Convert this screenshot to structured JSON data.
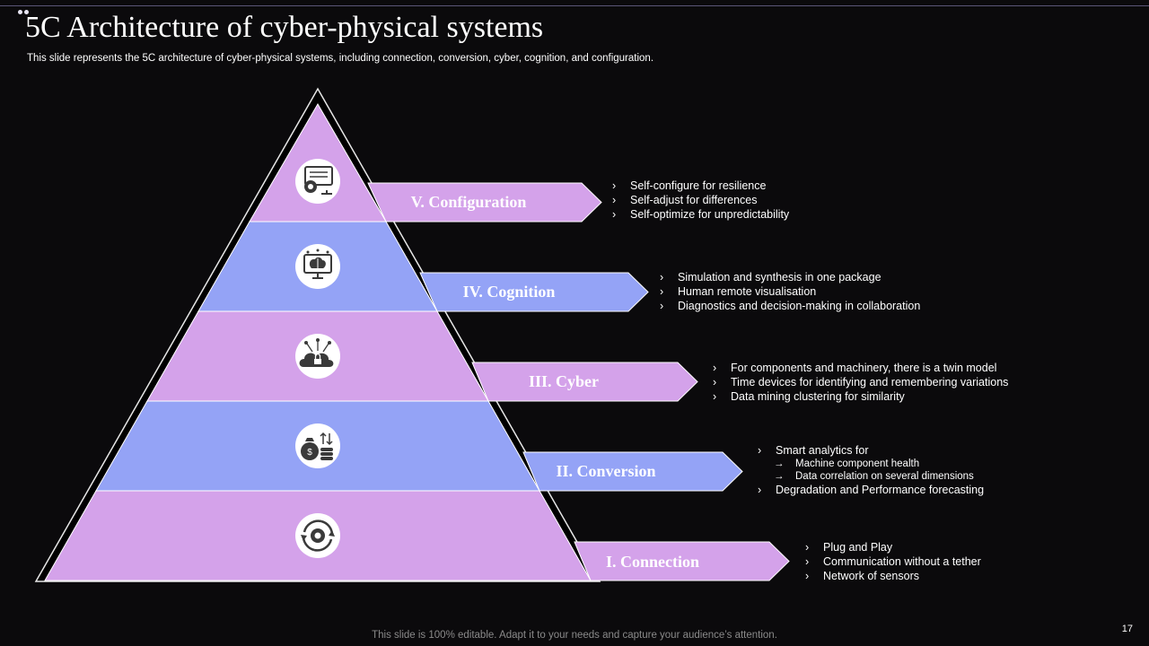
{
  "slide": {
    "title": "5C Architecture of cyber-physical systems",
    "subtitle": "This slide represents the 5C architecture of cyber-physical systems, including connection, conversion, cyber, cognition, and configuration.",
    "footer": "This slide is 100% editable. Adapt it to your needs and capture your audience’s attention.",
    "page_number": "17"
  },
  "colors": {
    "background": "#0b0a0c",
    "violet": "#d4a2ea",
    "periwinkle": "#94a3f6",
    "text": "#ffffff"
  },
  "levels": [
    {
      "label": "V. Configuration",
      "color": "violet",
      "icon": "monitor-gear-icon",
      "bullets": [
        {
          "text": "Self-configure  for  resilience"
        },
        {
          "text": "Self-adjust  for  differences"
        },
        {
          "text": "Self-optimize  for  unpredictability"
        }
      ]
    },
    {
      "label": "IV. Cognition",
      "color": "periwinkle",
      "icon": "brain-monitor-icon",
      "bullets": [
        {
          "text": "Simulation  and  synthesis  in  one  package"
        },
        {
          "text": "Human  remote  visualisation"
        },
        {
          "text": "Diagnostics  and  decision-making  in  collaboration"
        }
      ]
    },
    {
      "label": "III. Cyber",
      "color": "violet",
      "icon": "cloud-lock-icon",
      "bullets": [
        {
          "text": "For  components  and  machinery,  there  is  a  twin  model"
        },
        {
          "text": "Time  devices  for  identifying  and  remembering  variations"
        },
        {
          "text": "Data  mining  clustering  for  similarity"
        }
      ]
    },
    {
      "label": "II. Conversion",
      "color": "periwinkle",
      "icon": "money-bag-coins-icon",
      "bullets": [
        {
          "text": "Smart  analytics  for"
        },
        {
          "text": "Machine component health",
          "sub": true
        },
        {
          "text": "Data correlation on several dimensions",
          "sub": true
        },
        {
          "text": "Degradation  and  Performance  forecasting"
        }
      ]
    },
    {
      "label": "I. Connection",
      "color": "violet",
      "icon": "cycle-arrows-gear-icon",
      "bullets": [
        {
          "text": "Plug  and  Play"
        },
        {
          "text": "Communication  without  a  tether"
        },
        {
          "text": "Network  of  sensors"
        }
      ]
    }
  ]
}
